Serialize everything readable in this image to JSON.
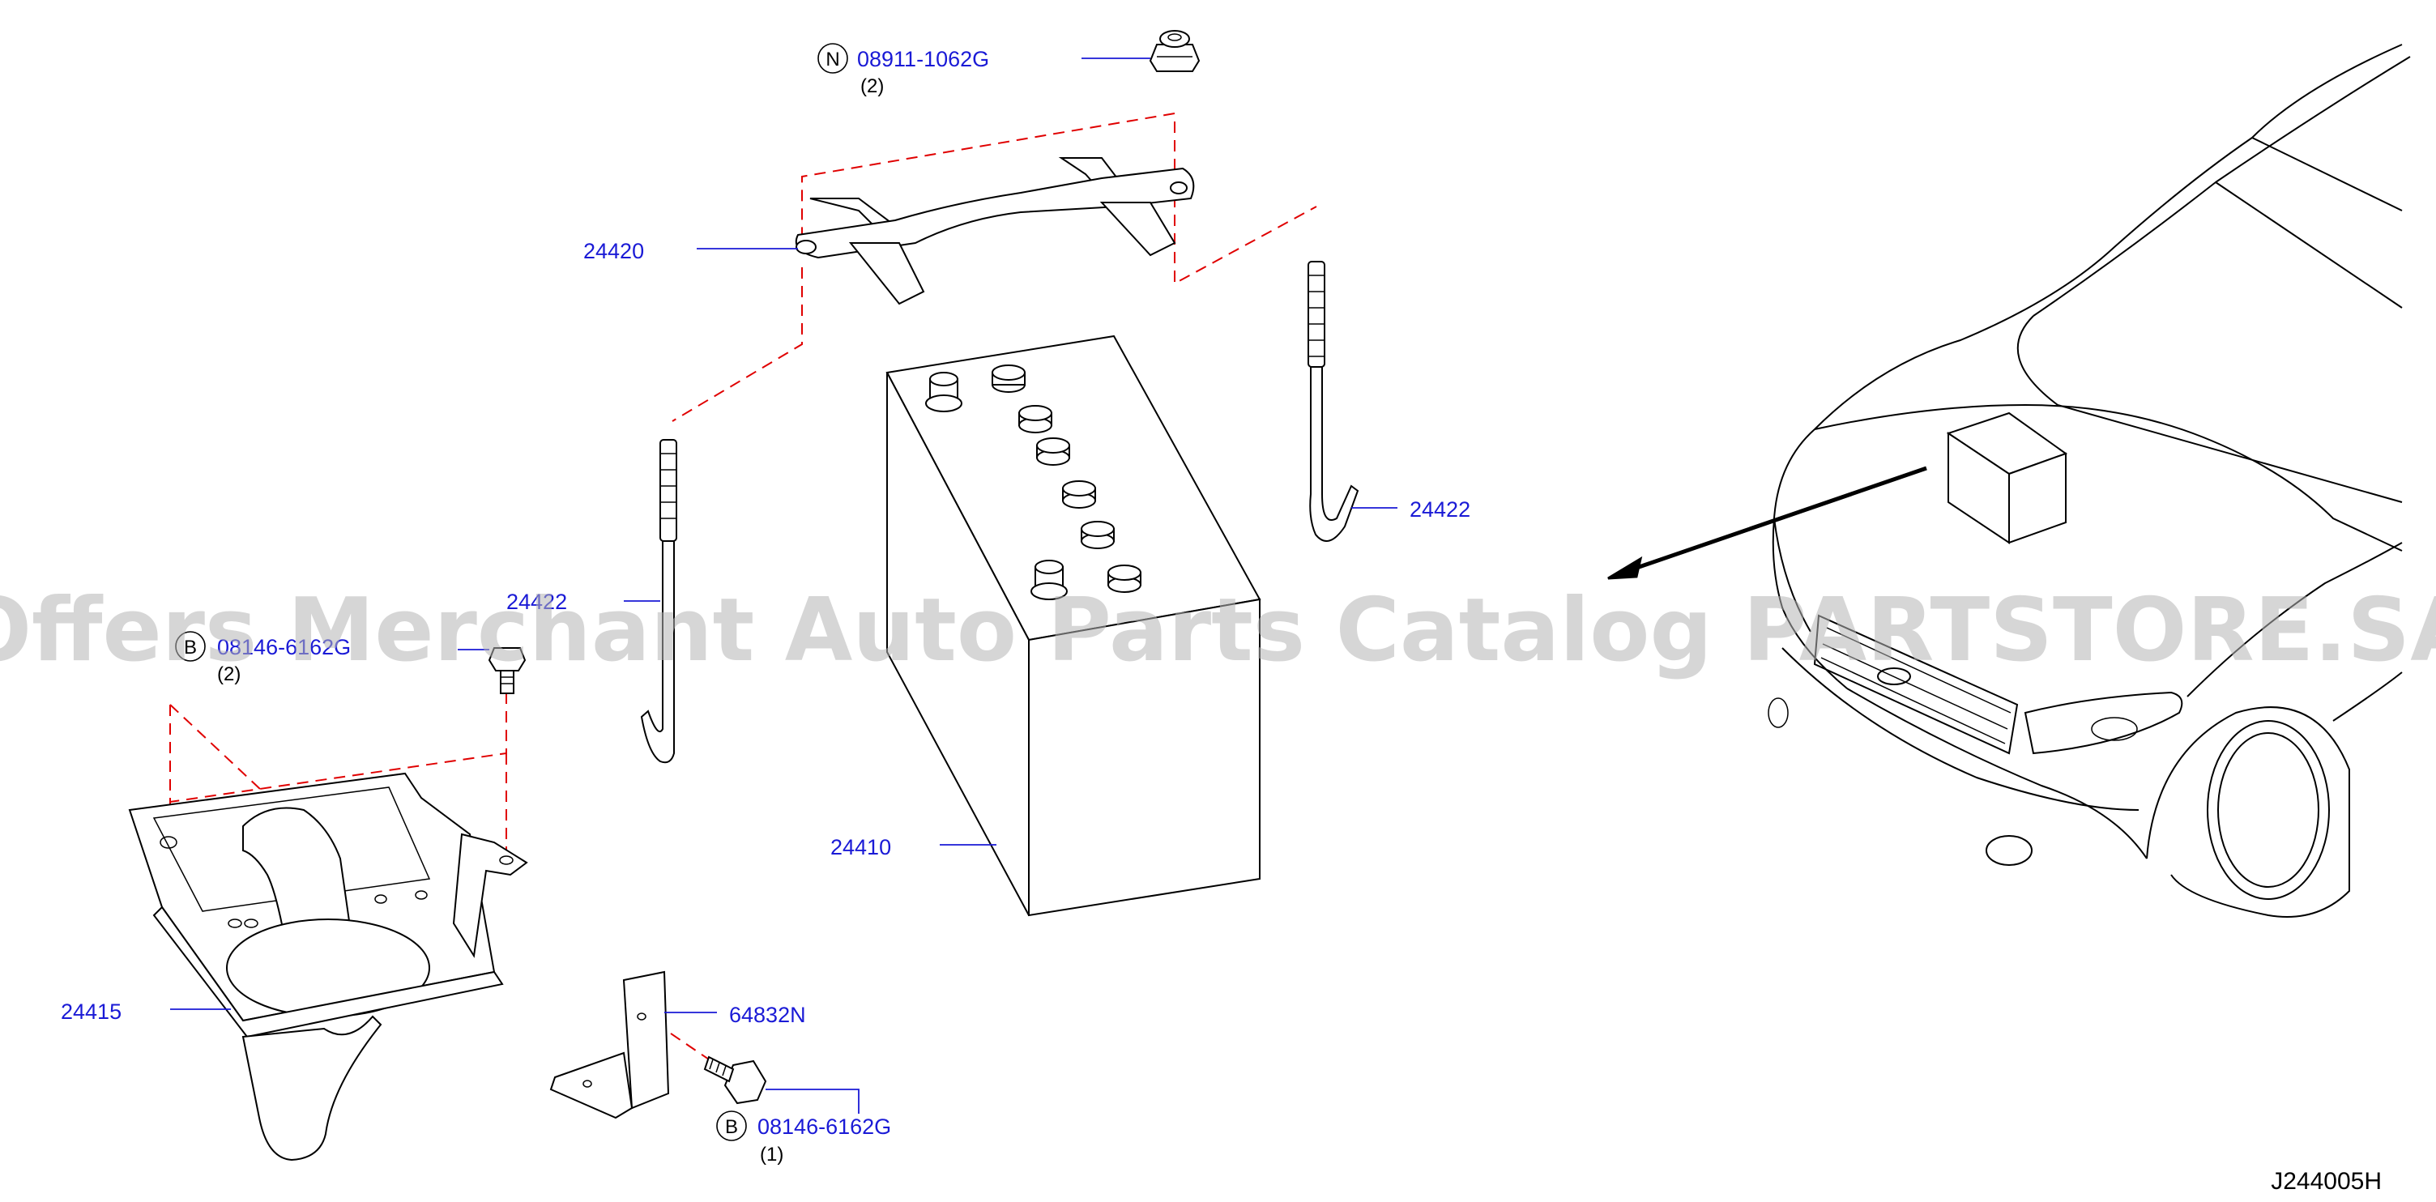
{
  "diagram": {
    "code": "J244005H",
    "callouts": {
      "nut": {
        "code": "N",
        "part": "08911-1062G",
        "qty": "(2)"
      },
      "strap": {
        "part": "24420"
      },
      "rod_right": {
        "part": "24422"
      },
      "rod_left": {
        "part": "24422"
      },
      "bolt_left": {
        "code": "B",
        "part": "08146-6162G",
        "qty": "(2)"
      },
      "battery": {
        "part": "24410"
      },
      "tray": {
        "part": "24415"
      },
      "bracket": {
        "part": "64832N"
      },
      "bolt_bottom": {
        "code": "B",
        "part": "08146-6162G",
        "qty": "(1)"
      }
    }
  },
  "watermark": {
    "text": "Offers Merchant Auto Parts Catalog PARTSTORE.SA"
  },
  "colors": {
    "label": "#1a1ad6",
    "dashed": "#e00000",
    "watermark": "#b4b4b4"
  }
}
